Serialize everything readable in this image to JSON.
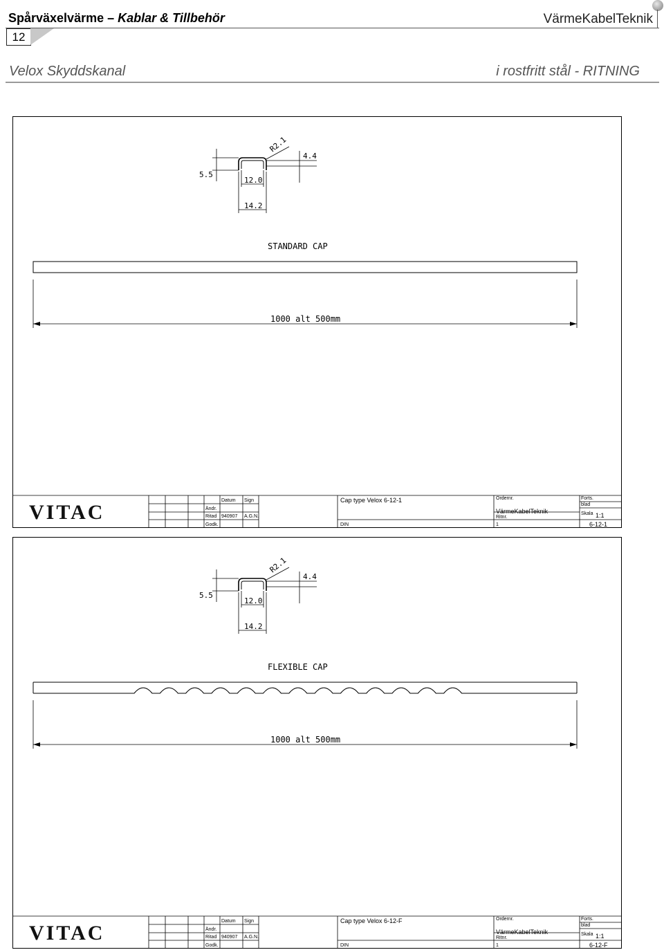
{
  "header": {
    "title_regular": "Spårväxelvärme – ",
    "title_italic": "Kablar & Tillbehör",
    "brand": "VärmeKabelTeknik",
    "page_number": "12",
    "subtitle_left": "Velox Skyddskanal",
    "subtitle_right": "i rostfritt stål - RITNING"
  },
  "drawings": [
    {
      "cap_label": "STANDARD CAP",
      "variant": "standard",
      "dims": {
        "radius": "R2.1",
        "height": "4.4",
        "side": "5.5",
        "inner": "12.0",
        "outer": "14.2"
      },
      "length": "1000 alt 500mm",
      "title_block": {
        "logo": "VITAC",
        "col_datum": "Datum",
        "col_sign": "Sign",
        "row_andr": "Ändr.",
        "row_ritad": "Ritad",
        "ritad_date": "940907",
        "ritad_sign": "A.G.N.",
        "row_godk": "Godk.",
        "description": "Cap type Velox 6-12-1",
        "standard": "DIN",
        "ordernr_label": "Ordernr.",
        "company": "VärmeKabelTeknik",
        "ritnr_label": "Ritnr.",
        "ritnr": "1",
        "fortsatt": "Forts.",
        "blad": "blad",
        "skala_label": "Skala",
        "skala": "1:1",
        "drawing_no": "6-12-1"
      }
    },
    {
      "cap_label": "FLEXIBLE CAP",
      "variant": "flexible",
      "dims": {
        "radius": "R2.1",
        "height": "4.4",
        "side": "5.5",
        "inner": "12.0",
        "outer": "14.2"
      },
      "length": "1000 alt 500mm",
      "title_block": {
        "logo": "VITAC",
        "col_datum": "Datum",
        "col_sign": "Sign",
        "row_andr": "Ändr.",
        "row_ritad": "Ritad",
        "ritad_date": "940907",
        "ritad_sign": "A.G.N.",
        "row_godk": "Godk.",
        "description": "Cap type Velox 6-12-F",
        "standard": "DIN",
        "ordernr_label": "Ordernr.",
        "company": "VärmeKabelTeknik",
        "ritnr_label": "Ritnr.",
        "ritnr": "1",
        "fortsatt": "Forts.",
        "blad": "blad",
        "skala_label": "Skala",
        "skala": "1:1",
        "drawing_no": "6-12-F"
      }
    }
  ]
}
